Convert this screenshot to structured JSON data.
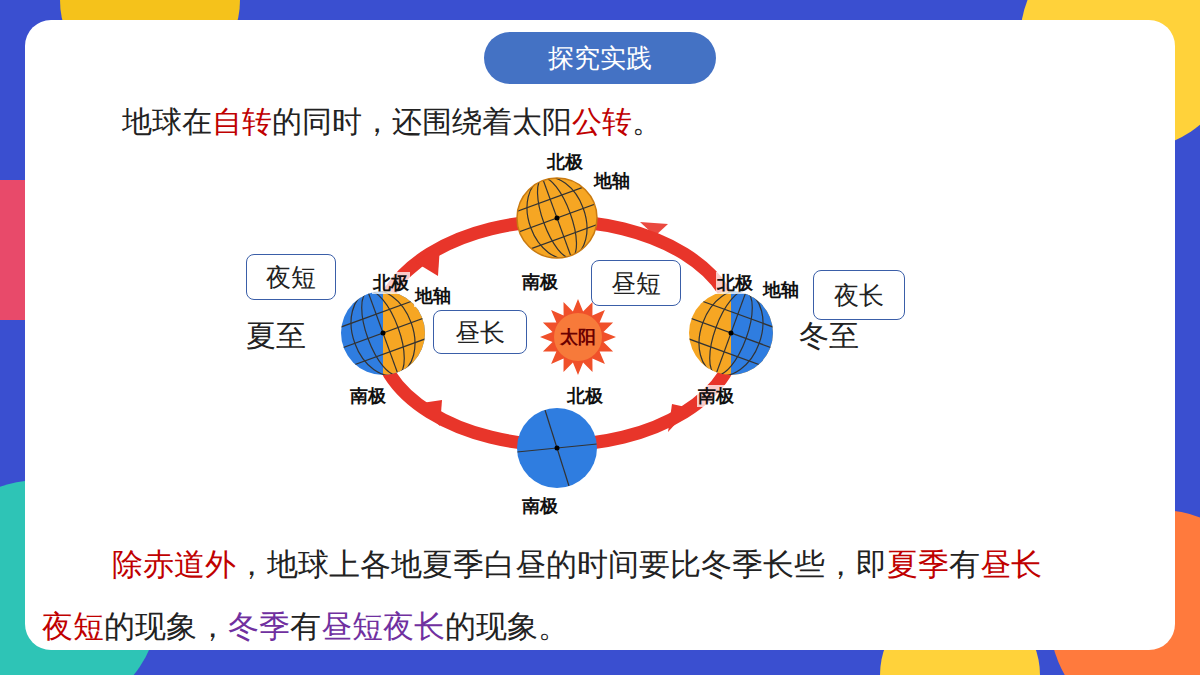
{
  "diagram": {
    "title": "探究实践",
    "nodes": [
      {
        "text": [
          "夜短"
        ]
      },
      {
        "text": [
          "昼长"
        ]
      },
      {
        "text": [
          "昼短"
        ]
      },
      {
        "text": [
          "夜长"
        ]
      },
      {
        "text": [
          "太阳"
        ]
      }
    ],
    "labels": [
      "地球在",
      "自转",
      "的同时，还围绕着太阳",
      "公转",
      "。",
      "北极",
      "地轴",
      "南极",
      "北极",
      "地轴",
      "南极",
      "北极",
      "地轴",
      "南极",
      "北极",
      "南极",
      "夏至",
      "冬至",
      "除赤道外",
      "，地球上各地夏季白昼的时间要比冬季长些，即",
      "夏季",
      "有",
      "昼长",
      "夜短",
      "的现象，",
      "冬季",
      "有",
      "昼短夜长",
      "的现象。"
    ]
  }
}
